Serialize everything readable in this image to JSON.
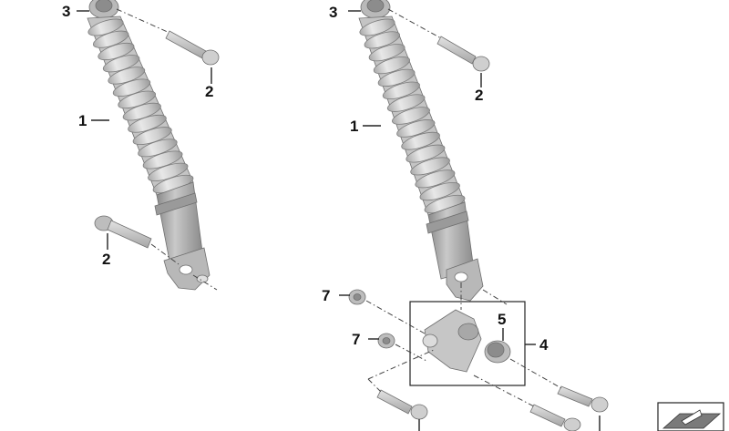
{
  "callouts": {
    "left_shock_top_mount": "3",
    "left_shock_body": "1",
    "left_upper_bolt": "2",
    "left_lower_bolt": "2",
    "right_shock_top_mount": "3",
    "right_shock_body": "1",
    "right_upper_bolt": "2",
    "right_nut_upper": "7",
    "right_nut_lower": "7",
    "bushing": "5",
    "bracket_assembly": "4"
  },
  "colors": {
    "part_light": "#d9d9d9",
    "part_mid": "#b5b5b5",
    "part_dark": "#8c8c8c",
    "line": "#222222"
  },
  "icons": {
    "corner_symbol": "diagram-corner-icon"
  }
}
